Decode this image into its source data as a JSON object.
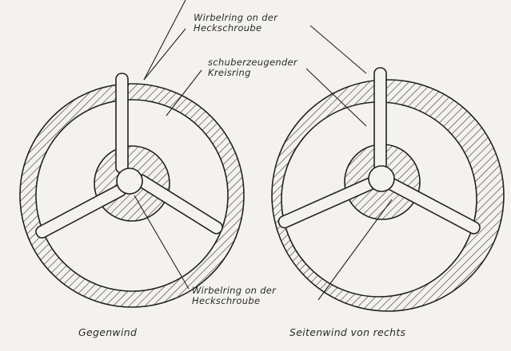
{
  "labels": {
    "top_vortex": [
      "Wirbelring on der",
      "Heckschroube"
    ],
    "thrust_ring": [
      "schuberzeugender",
      "Kreisring"
    ],
    "bottom_vortex": [
      "Wirbelring on der",
      "Heckschroube"
    ]
  },
  "captions": {
    "left": "Gegenwind",
    "right": "Seitenwind von rechts"
  }
}
